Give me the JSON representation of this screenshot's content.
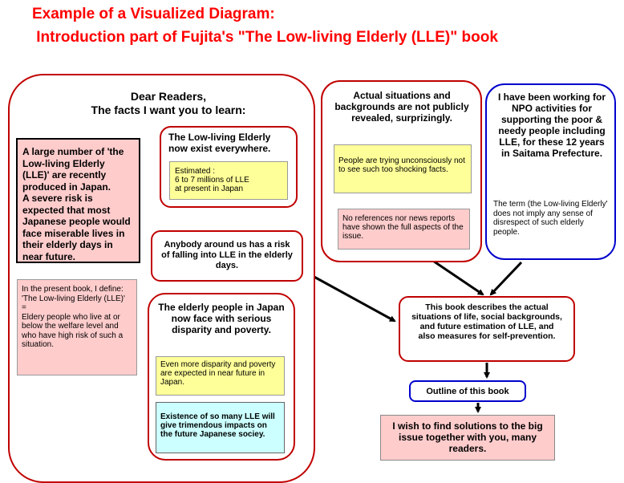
{
  "title": {
    "line1": "Example of a Visualized Diagram:",
    "line2": " Introduction part of Fujita's \"The Low-living Elderly (LLE)\" book"
  },
  "left_panel": {
    "heading": "Dear Readers,\nThe facts I want you to learn:",
    "risk_box": "A large number of 'the Low-living Elderly (LLE)' are recently produced in Japan.\nA severe risk is expected that most Japanese people would face miserable lives in their elderly days in near future.",
    "definition_box": "In the present book, I define:\n'The Low-living Elderly (LLE)'\n=\nEldery people who live at or below the welfare level and who have high risk of such a situation."
  },
  "lle_box": {
    "heading": "The Low-living Elderly now exist everywhere.",
    "estimate": "Estimated :\n6 to 7 millions of LLE\nat present in Japan"
  },
  "risk_middle": "Anybody  around us has a risk of falling into LLE in the elderly days.",
  "disparity_box": {
    "heading": "The elderly people in Japan now face with serious disparity and poverty.",
    "note1": "Even more  disparity and poverty are expected in near future in Japan.",
    "note2": "Existence of so many  LLE will give trimendous impacts on the future Japanese sociey."
  },
  "actual_box": {
    "heading": "Actual situations and backgrounds are not publicly revealed, surprizingly.",
    "note1": "People are trying unconsciously not to see such too shocking facts.",
    "note2": "No references nor news reports have shown the full aspects of the issue."
  },
  "npo_box": {
    "heading": "I have been working for NPO activities for supporting the poor & needy people including LLE, for these 12 years in Saitama Prefecture.",
    "note": "The term (the Low-living Elderly' does not imply any sense of disrespect of such elderly people."
  },
  "book_box": "This book describes the actual situations of life, social backgrounds, and future estimation of LLE, and also measures for self-prevention.",
  "outline_box": "Outline of this book",
  "wish_box": "I wish to find solutions to the big issue together with you, many readers."
}
